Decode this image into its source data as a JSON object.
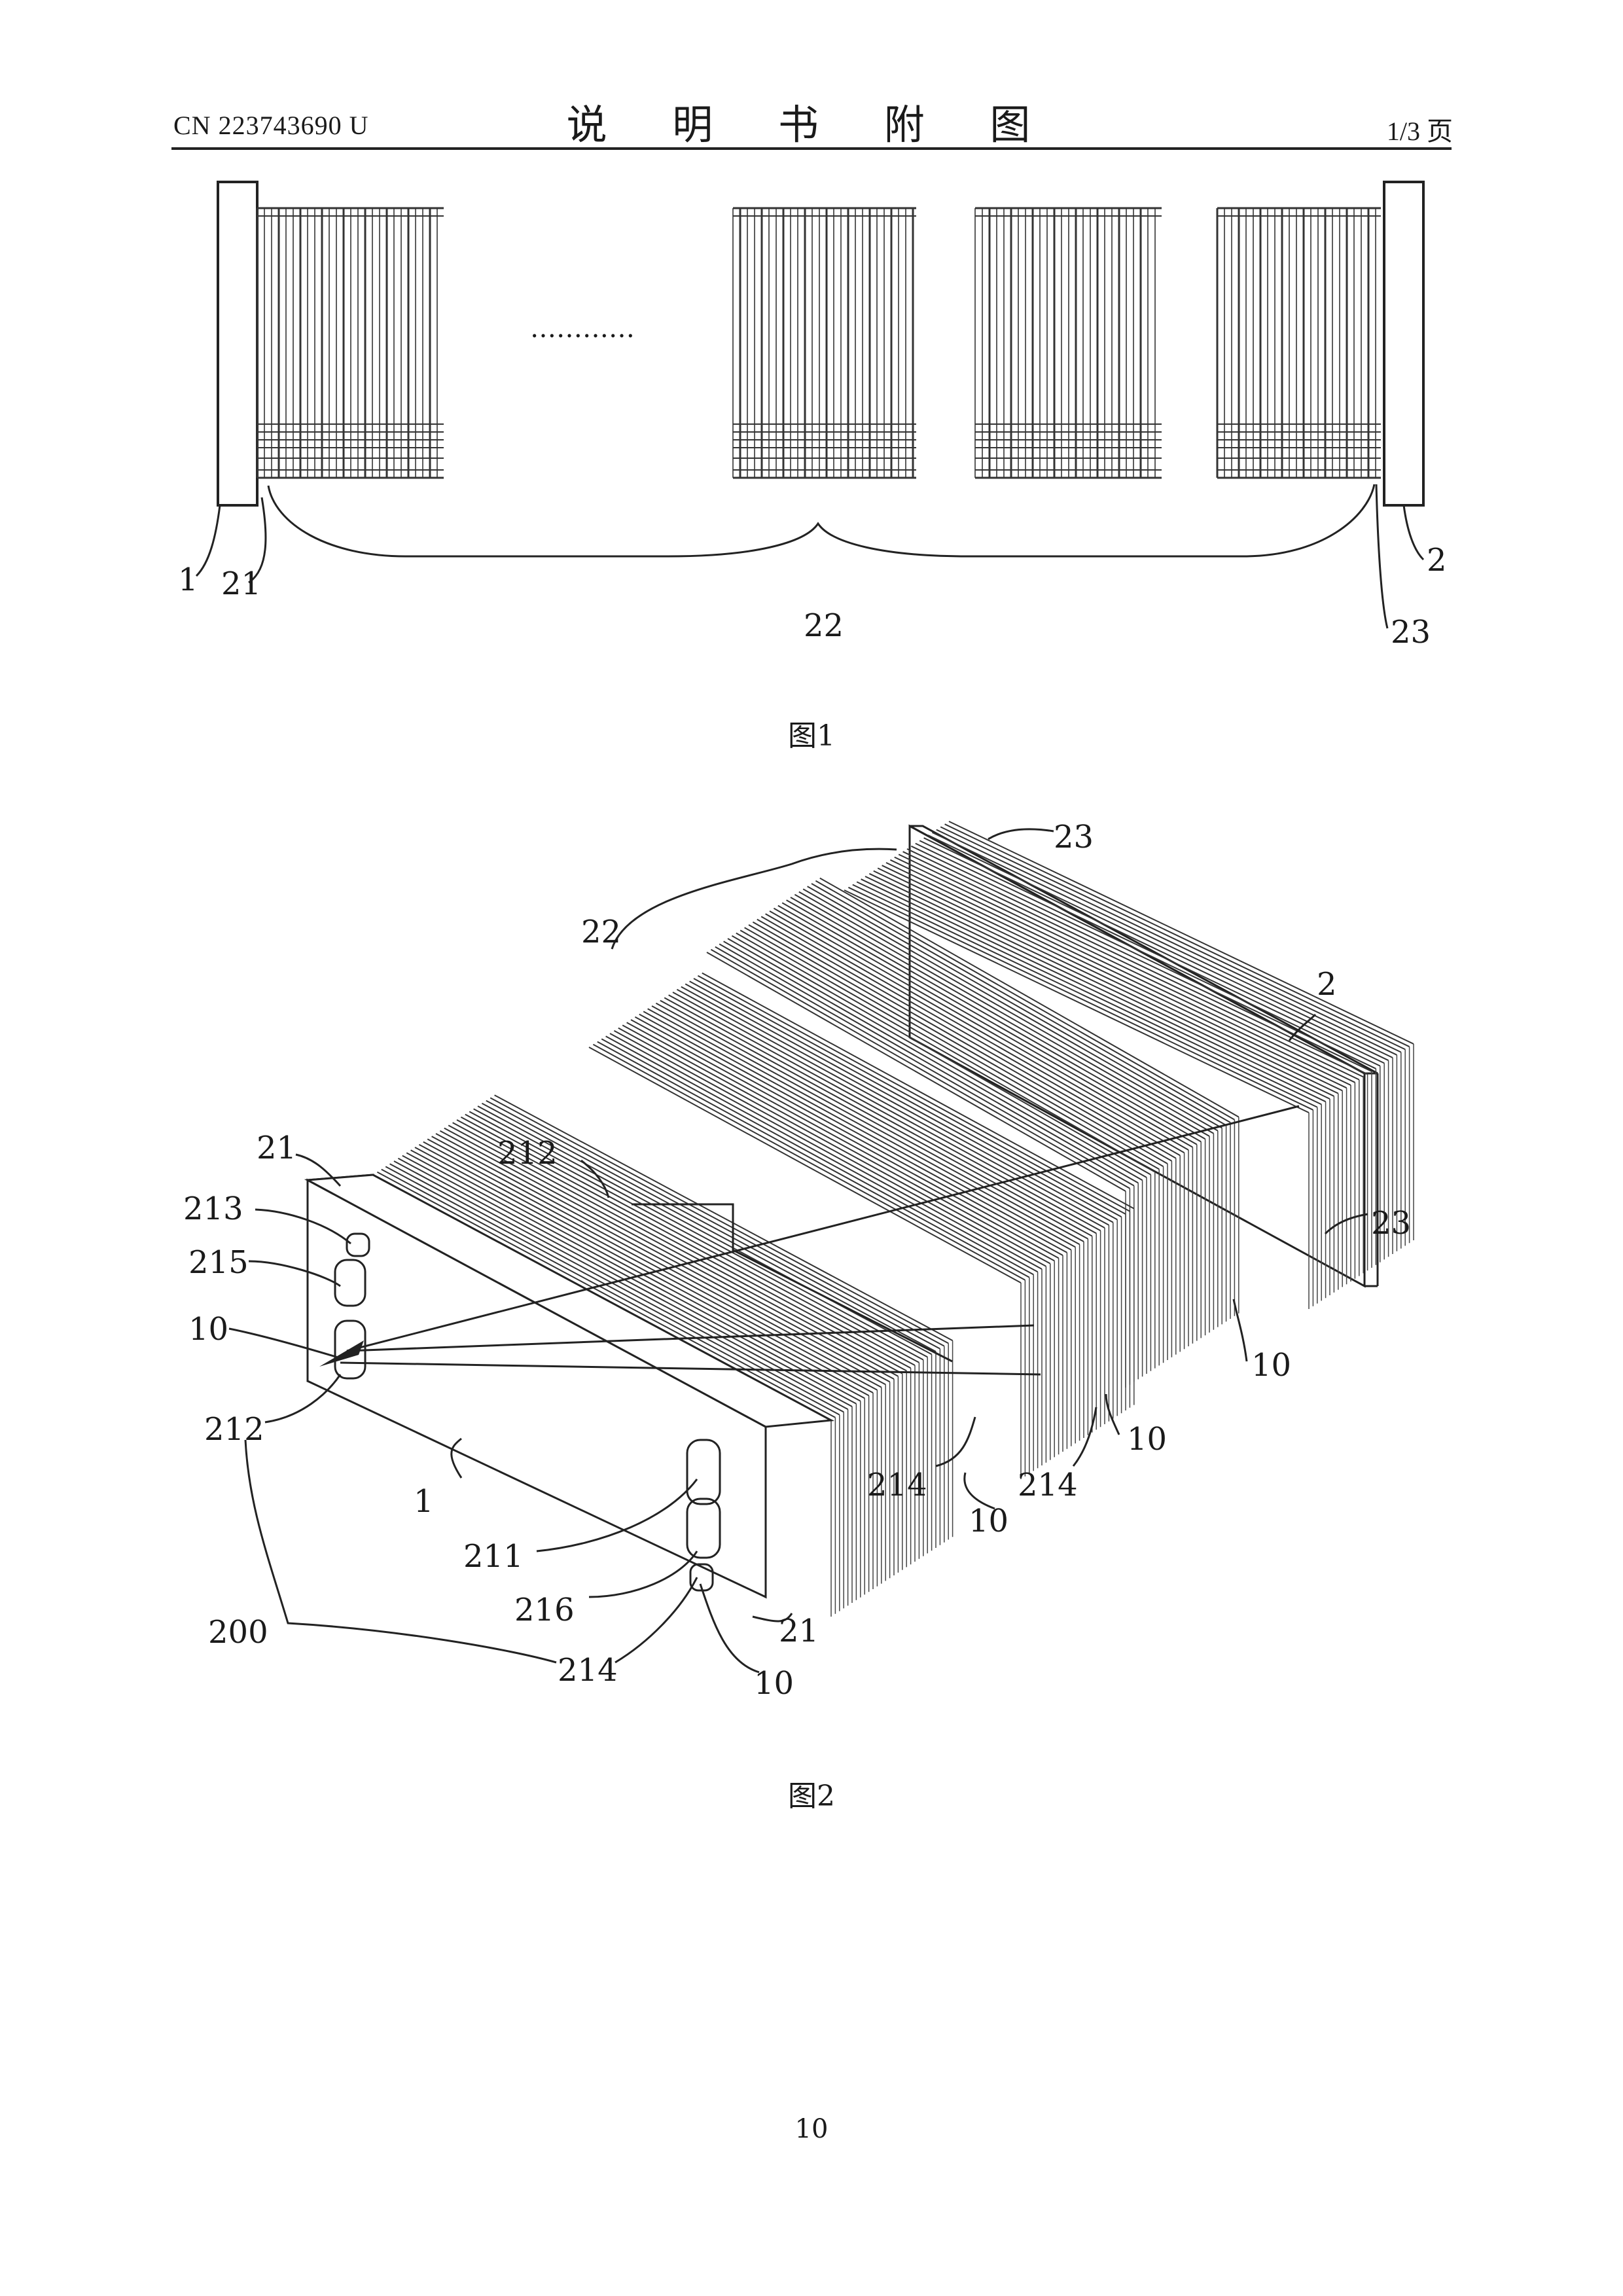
{
  "header": {
    "publication_number": "CN 223743690 U",
    "title": "说 明 书 附 图",
    "page_of": "1/3 页"
  },
  "figure1": {
    "caption": "图1",
    "ellipsis": "…………",
    "labels": {
      "l1": "1",
      "l21": "21",
      "l22": "22",
      "l2": "2",
      "l23": "23"
    }
  },
  "figure2": {
    "caption": "图2",
    "labels": {
      "l23_top": "23",
      "l22": "22",
      "l2": "2",
      "l21_left": "21",
      "l212_mid": "212",
      "l213": "213",
      "l215": "215",
      "l10_left": "10",
      "l212_left": "212",
      "l1": "1",
      "l211": "211",
      "l216": "216",
      "l200": "200",
      "l214_bottom": "214",
      "l10_bottom": "10",
      "l21_bottom": "21",
      "l214_mid": "214",
      "l10_mid": "10",
      "l214_right": "214",
      "l10_right": "10",
      "l23_right": "23",
      "l10_far": "10"
    }
  },
  "footer": {
    "page_number": "10"
  }
}
